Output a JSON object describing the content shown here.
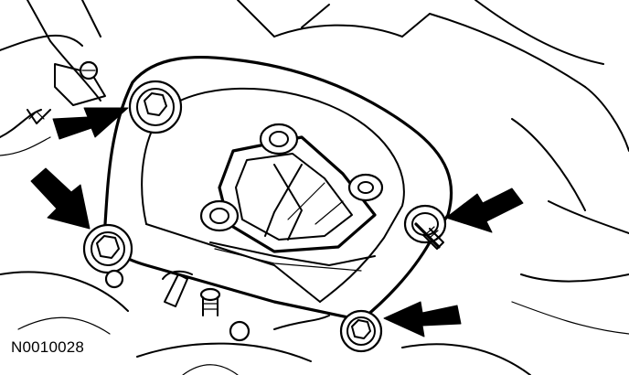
{
  "figure": {
    "id_label": "N0010028"
  },
  "callouts": [
    {
      "name": "arrow-upper-left-bolt"
    },
    {
      "name": "arrow-lower-left-bolt"
    },
    {
      "name": "arrow-right-stud"
    },
    {
      "name": "arrow-bottom-bolt"
    }
  ],
  "colors": {
    "line": "#000000",
    "background": "#ffffff"
  }
}
